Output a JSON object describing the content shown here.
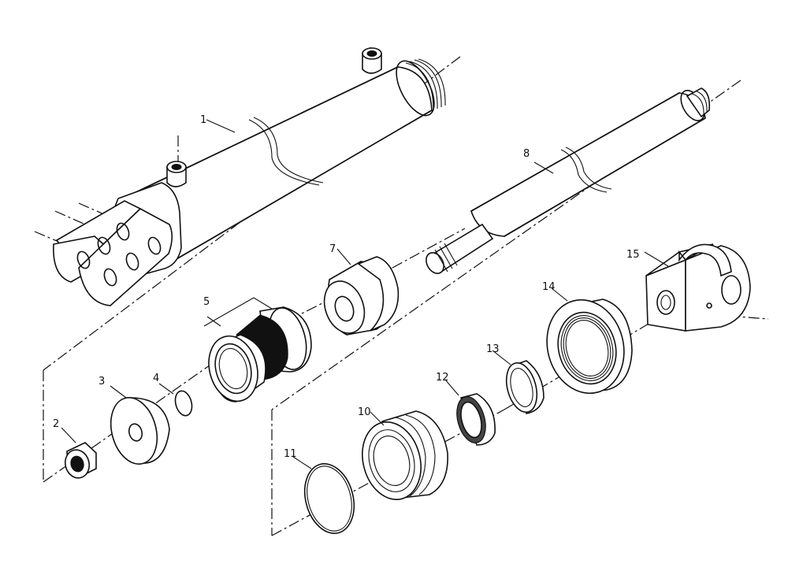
{
  "callouts": [
    {
      "id": "c1",
      "text": "1"
    },
    {
      "id": "c2",
      "text": "2"
    },
    {
      "id": "c3",
      "text": "3"
    },
    {
      "id": "c4",
      "text": "4"
    },
    {
      "id": "c5",
      "text": "5"
    },
    {
      "id": "c7",
      "text": "7"
    },
    {
      "id": "c8",
      "text": "8"
    },
    {
      "id": "c10",
      "text": "10"
    },
    {
      "id": "c11",
      "text": "11"
    },
    {
      "id": "c12",
      "text": "12"
    },
    {
      "id": "c13",
      "text": "13"
    },
    {
      "id": "c14",
      "text": "14"
    },
    {
      "id": "c15",
      "text": "15"
    }
  ],
  "colors": {
    "line": "#111111",
    "background": "#ffffff"
  }
}
